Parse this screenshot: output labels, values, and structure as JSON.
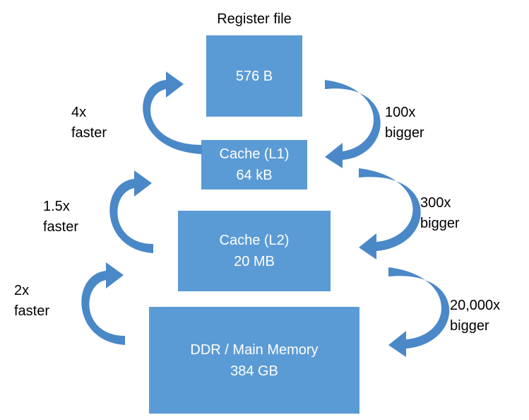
{
  "title": "Register file",
  "levels": [
    {
      "lines": [
        "576 B"
      ]
    },
    {
      "lines": [
        "Cache (L1)",
        "64 kB"
      ]
    },
    {
      "lines": [
        "Cache (L2)",
        "20 MB"
      ]
    },
    {
      "lines": [
        "DDR / Main Memory",
        "384 GB"
      ]
    }
  ],
  "faster": [
    {
      "l1": "4x",
      "l2": "faster"
    },
    {
      "l1": "1.5x",
      "l2": "faster"
    },
    {
      "l1": "2x",
      "l2": "faster"
    }
  ],
  "bigger": [
    {
      "l1": "100x",
      "l2": "bigger"
    },
    {
      "l1": "300x",
      "l2": "bigger"
    },
    {
      "l1": "20,000x",
      "l2": "bigger"
    }
  ],
  "colors": {
    "box": "#5b9bd5",
    "arrow": "#4a88c8",
    "arrow_dark": "#2e6aa6"
  }
}
